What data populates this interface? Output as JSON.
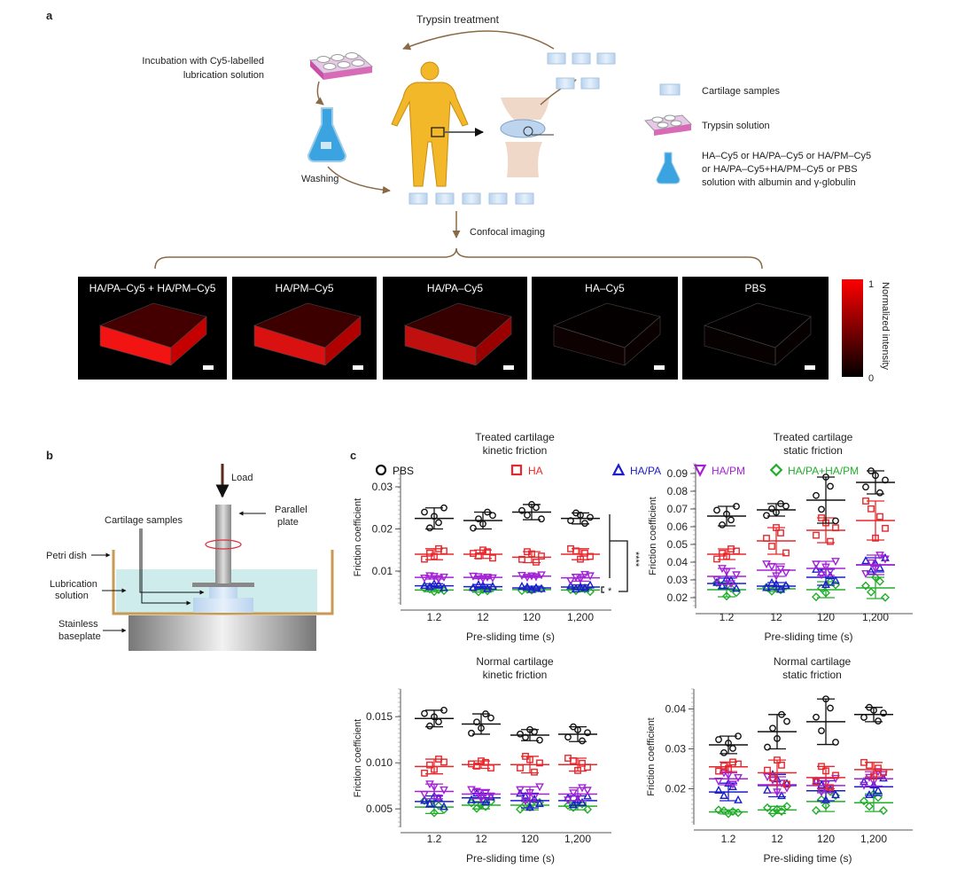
{
  "panel_a": {
    "label": "a",
    "trypsin_treatment": "Trypsin treatment",
    "incubation_line1": "Incubation with Cy5-labelled",
    "incubation_line2": "lubrication solution",
    "washing": "Washing",
    "confocal_imaging": "Confocal imaging",
    "legend": {
      "cartilage_samples": "Cartilage samples",
      "trypsin_solution": "Trypsin solution",
      "solution_line1": "HA–Cy5 or HA/PA–Cy5 or HA/PM–Cy5",
      "solution_line2": "or HA/PA–Cy5+HA/PM–Cy5 or PBS",
      "solution_line3": "solution with albumin and γ-globulin"
    },
    "images": [
      {
        "title": "HA/PA–Cy5 + HA/PM–Cy5",
        "intensity": 0.95
      },
      {
        "title": "HA/PM–Cy5",
        "intensity": 0.85
      },
      {
        "title": "HA/PA–Cy5",
        "intensity": 0.75
      },
      {
        "title": "HA–Cy5",
        "intensity": 0.05
      },
      {
        "title": "PBS",
        "intensity": 0.03
      }
    ],
    "colorbar": {
      "max_label": "1",
      "min_label": "0",
      "title": "Normalized intensity",
      "color_high": "#ff0000",
      "color_low": "#000000"
    }
  },
  "panel_b": {
    "label": "b",
    "load": "Load",
    "parallel_plate_line1": "Parallel",
    "parallel_plate_line2": "plate",
    "cartilage_samples": "Cartilage samples",
    "petri_dish": "Petri dish",
    "lubrication_line1": "Lubrication",
    "lubrication_line2": "solution",
    "baseplate_line1": "Stainless",
    "baseplate_line2": "baseplate"
  },
  "panel_c": {
    "label": "c",
    "legend": [
      {
        "name": "PBS",
        "color": "#111111",
        "marker": "circle"
      },
      {
        "name": "HA",
        "color": "#e8262b",
        "marker": "square"
      },
      {
        "name": "HA/PA",
        "color": "#1c1ccf",
        "marker": "triangle-up"
      },
      {
        "name": "HA/PM",
        "color": "#a321d6",
        "marker": "triangle-down"
      },
      {
        "name": "HA/PA+HA/PM",
        "color": "#21ad2a",
        "marker": "diamond"
      }
    ],
    "significance": {
      "major": "****",
      "minor": "*"
    }
  },
  "chart_data": [
    {
      "type": "scatter",
      "title_line1": "Treated  cartilage",
      "title_line2": "kinetic friction",
      "xlabel": "Pre-sliding time (s)",
      "ylabel": "Friction coefficient",
      "categories": [
        "1.2",
        "12",
        "120",
        "1,200"
      ],
      "ylim": [
        0.002,
        0.034
      ],
      "yticks": [
        {
          "v": 0.01,
          "label": "0.01"
        },
        {
          "v": 0.02,
          "label": "0.02"
        },
        {
          "v": 0.03,
          "label": "0.03"
        }
      ],
      "series": [
        {
          "name": "PBS",
          "mean": [
            0.0225,
            0.022,
            0.024,
            0.0225
          ],
          "sd": [
            0.0025,
            0.002,
            0.0018,
            0.0013
          ]
        },
        {
          "name": "HA",
          "mean": [
            0.014,
            0.014,
            0.0133,
            0.014
          ],
          "sd": [
            0.0013,
            0.001,
            0.0013,
            0.0013
          ]
        },
        {
          "name": "HA/PA",
          "mean": [
            0.0065,
            0.0063,
            0.006,
            0.0062
          ],
          "sd": [
            0.0005,
            0.0005,
            0.0004,
            0.0005
          ]
        },
        {
          "name": "HA/PM",
          "mean": [
            0.0085,
            0.0085,
            0.0088,
            0.0084
          ],
          "sd": [
            0.0004,
            0.0003,
            0.0003,
            0.0008
          ]
        },
        {
          "name": "HA/PA+HA/PM",
          "mean": [
            0.0055,
            0.0055,
            0.0056,
            0.0055
          ],
          "sd": [
            0.0004,
            0.0005,
            0.0003,
            0.0004
          ]
        }
      ]
    },
    {
      "type": "scatter",
      "title_line1": "Treated  cartilage",
      "title_line2": "static friction",
      "xlabel": "Pre-sliding time (s)",
      "ylabel": "Friction coefficient",
      "categories": [
        "1.2",
        "12",
        "120",
        "1,200"
      ],
      "ylim": [
        0.014,
        0.0955
      ],
      "yticks": [
        {
          "v": 0.02,
          "label": "0.02"
        },
        {
          "v": 0.03,
          "label": "0.03"
        },
        {
          "v": 0.04,
          "label": "0.04"
        },
        {
          "v": 0.05,
          "label": "0.05"
        },
        {
          "v": 0.06,
          "label": "0.06"
        },
        {
          "v": 0.07,
          "label": "0.07"
        },
        {
          "v": 0.08,
          "label": "0.08"
        },
        {
          "v": 0.09,
          "label": "0.09"
        }
      ],
      "series": [
        {
          "name": "PBS",
          "mean": [
            0.066,
            0.0695,
            0.075,
            0.085
          ],
          "sd": [
            0.0055,
            0.0035,
            0.013,
            0.0065
          ]
        },
        {
          "name": "HA",
          "mean": [
            0.0445,
            0.052,
            0.058,
            0.0635
          ],
          "sd": [
            0.003,
            0.0075,
            0.007,
            0.011
          ]
        },
        {
          "name": "HA/PA",
          "mean": [
            0.028,
            0.0265,
            0.0315,
            0.0385
          ],
          "sd": [
            0.003,
            0.002,
            0.0045,
            0.004
          ]
        },
        {
          "name": "HA/PM",
          "mean": [
            0.032,
            0.0355,
            0.0365,
            0.0385
          ],
          "sd": [
            0.0045,
            0.0035,
            0.004,
            0.0055
          ]
        },
        {
          "name": "HA/PA+HA/PM",
          "mean": [
            0.0245,
            0.025,
            0.0245,
            0.0255
          ],
          "sd": [
            0.004,
            0.0015,
            0.0045,
            0.006
          ]
        }
      ]
    },
    {
      "type": "scatter",
      "title_line1": "Normal cartilage",
      "title_line2": "kinetic friction",
      "xlabel": "Pre-sliding time (s)",
      "ylabel": "Friction coefficient",
      "categories": [
        "1.2",
        "12",
        "120",
        "1,200"
      ],
      "ylim": [
        0.003,
        0.018
      ],
      "yticks": [
        {
          "v": 0.005,
          "label": "0.005"
        },
        {
          "v": 0.01,
          "label": "0.010"
        },
        {
          "v": 0.015,
          "label": "0.015"
        }
      ],
      "series": [
        {
          "name": "PBS",
          "mean": [
            0.0148,
            0.0142,
            0.013,
            0.0131
          ],
          "sd": [
            0.0009,
            0.0011,
            0.0006,
            0.0008
          ]
        },
        {
          "name": "HA",
          "mean": [
            0.0096,
            0.0098,
            0.0098,
            0.0098
          ],
          "sd": [
            0.0008,
            0.0004,
            0.0009,
            0.0007
          ]
        },
        {
          "name": "HA/PA",
          "mean": [
            0.0058,
            0.0062,
            0.0059,
            0.0059
          ],
          "sd": [
            0.0006,
            0.0005,
            0.0008,
            0.0005
          ]
        },
        {
          "name": "HA/PM",
          "mean": [
            0.0069,
            0.0066,
            0.0066,
            0.0066
          ],
          "sd": [
            0.0008,
            0.0005,
            0.0008,
            0.0007
          ]
        },
        {
          "name": "HA/PA+HA/PM",
          "mean": [
            0.0052,
            0.0054,
            0.0054,
            0.0053
          ],
          "sd": [
            0.0007,
            0.0004,
            0.0005,
            0.0004
          ]
        }
      ]
    },
    {
      "type": "scatter",
      "title_line1": "Normal cartilage",
      "title_line2": "static friction",
      "xlabel": "Pre-sliding time (s)",
      "ylabel": "Friction coefficient",
      "categories": [
        "1.2",
        "12",
        "120",
        "1,200"
      ],
      "ylim": [
        0.011,
        0.045
      ],
      "yticks": [
        {
          "v": 0.02,
          "label": "0.02"
        },
        {
          "v": 0.03,
          "label": "0.03"
        },
        {
          "v": 0.04,
          "label": "0.04"
        }
      ],
      "series": [
        {
          "name": "PBS",
          "mean": [
            0.031,
            0.0343,
            0.0368,
            0.0386
          ],
          "sd": [
            0.0022,
            0.0043,
            0.0057,
            0.0018
          ]
        },
        {
          "name": "HA",
          "mean": [
            0.0255,
            0.024,
            0.0228,
            0.0248
          ],
          "sd": [
            0.0012,
            0.0032,
            0.0028,
            0.0018
          ]
        },
        {
          "name": "HA/PA",
          "mean": [
            0.0192,
            0.0208,
            0.0195,
            0.0205
          ],
          "sd": [
            0.0022,
            0.0028,
            0.0025,
            0.0022
          ]
        },
        {
          "name": "HA/PM",
          "mean": [
            0.0225,
            0.021,
            0.0208,
            0.0225
          ],
          "sd": [
            0.0015,
            0.002,
            0.0018,
            0.0018
          ]
        },
        {
          "name": "HA/PA+HA/PM",
          "mean": [
            0.0142,
            0.0147,
            0.0168,
            0.0165
          ],
          "sd": [
            0.0005,
            0.0009,
            0.0025,
            0.0022
          ]
        }
      ]
    }
  ]
}
